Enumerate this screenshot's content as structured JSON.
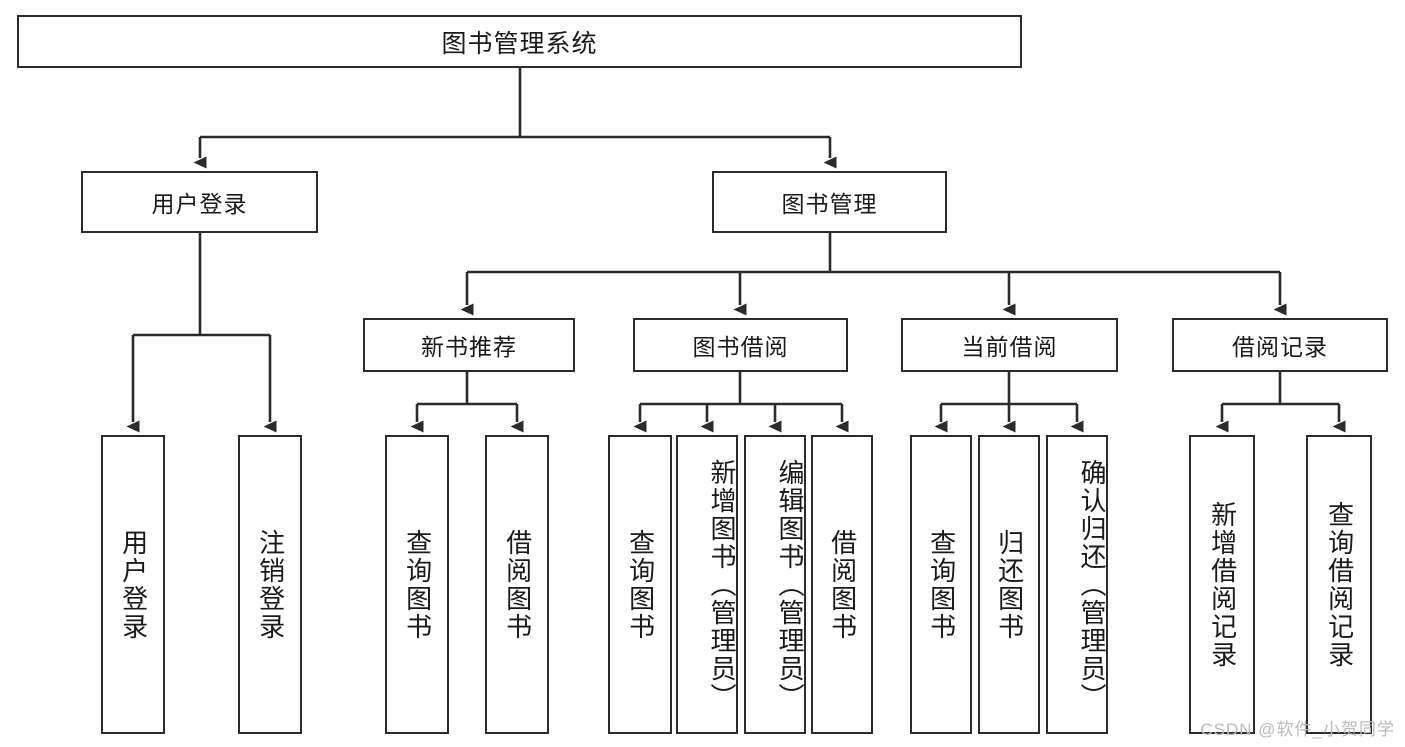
{
  "diagram": {
    "type": "hierarchy-tree",
    "title_node": {
      "label": "图书管理系统"
    },
    "level2": [
      {
        "id": "user-login",
        "label": "用户登录"
      },
      {
        "id": "book-management",
        "label": "图书管理"
      }
    ],
    "level3": [
      {
        "id": "new-book-recommend",
        "label": "新书推荐",
        "parent": "book-management"
      },
      {
        "id": "book-borrow",
        "label": "图书借阅",
        "parent": "book-management"
      },
      {
        "id": "current-borrow",
        "label": "当前借阅",
        "parent": "book-management"
      },
      {
        "id": "borrow-record",
        "label": "借阅记录",
        "parent": "book-management"
      }
    ],
    "leaves": [
      {
        "id": "leaf-user-login",
        "label": "用户登录",
        "parent": "user-login"
      },
      {
        "id": "leaf-logout-login",
        "label": "注销登录",
        "parent": "user-login"
      },
      {
        "id": "leaf-query-book-1",
        "label": "查询图书",
        "parent": "new-book-recommend"
      },
      {
        "id": "leaf-borrow-book-1",
        "label": "借阅图书",
        "parent": "new-book-recommend"
      },
      {
        "id": "leaf-query-book-2",
        "label": "查询图书",
        "parent": "book-borrow"
      },
      {
        "id": "leaf-add-book",
        "label": "新增图书（管理员）",
        "parent": "book-borrow"
      },
      {
        "id": "leaf-edit-book",
        "label": "编辑图书（管理员）",
        "parent": "book-borrow"
      },
      {
        "id": "leaf-borrow-book-2",
        "label": "借阅图书",
        "parent": "book-borrow"
      },
      {
        "id": "leaf-query-book-3",
        "label": "查询图书",
        "parent": "current-borrow"
      },
      {
        "id": "leaf-return-book",
        "label": "归还图书",
        "parent": "current-borrow"
      },
      {
        "id": "leaf-confirm-return",
        "label": "确认归还（管理员）",
        "parent": "current-borrow"
      },
      {
        "id": "leaf-add-record",
        "label": "新增借阅记录",
        "parent": "borrow-record"
      },
      {
        "id": "leaf-query-record",
        "label": "查询借阅记录",
        "parent": "borrow-record"
      }
    ],
    "colors": {
      "stroke": "#2b2b2b",
      "box_fill": "#ffffff",
      "text": "#1a1a1a",
      "watermark": "#b9b9b9",
      "background": "#ffffff"
    }
  },
  "watermark": {
    "text": "CSDN @软件_小贺同学"
  }
}
